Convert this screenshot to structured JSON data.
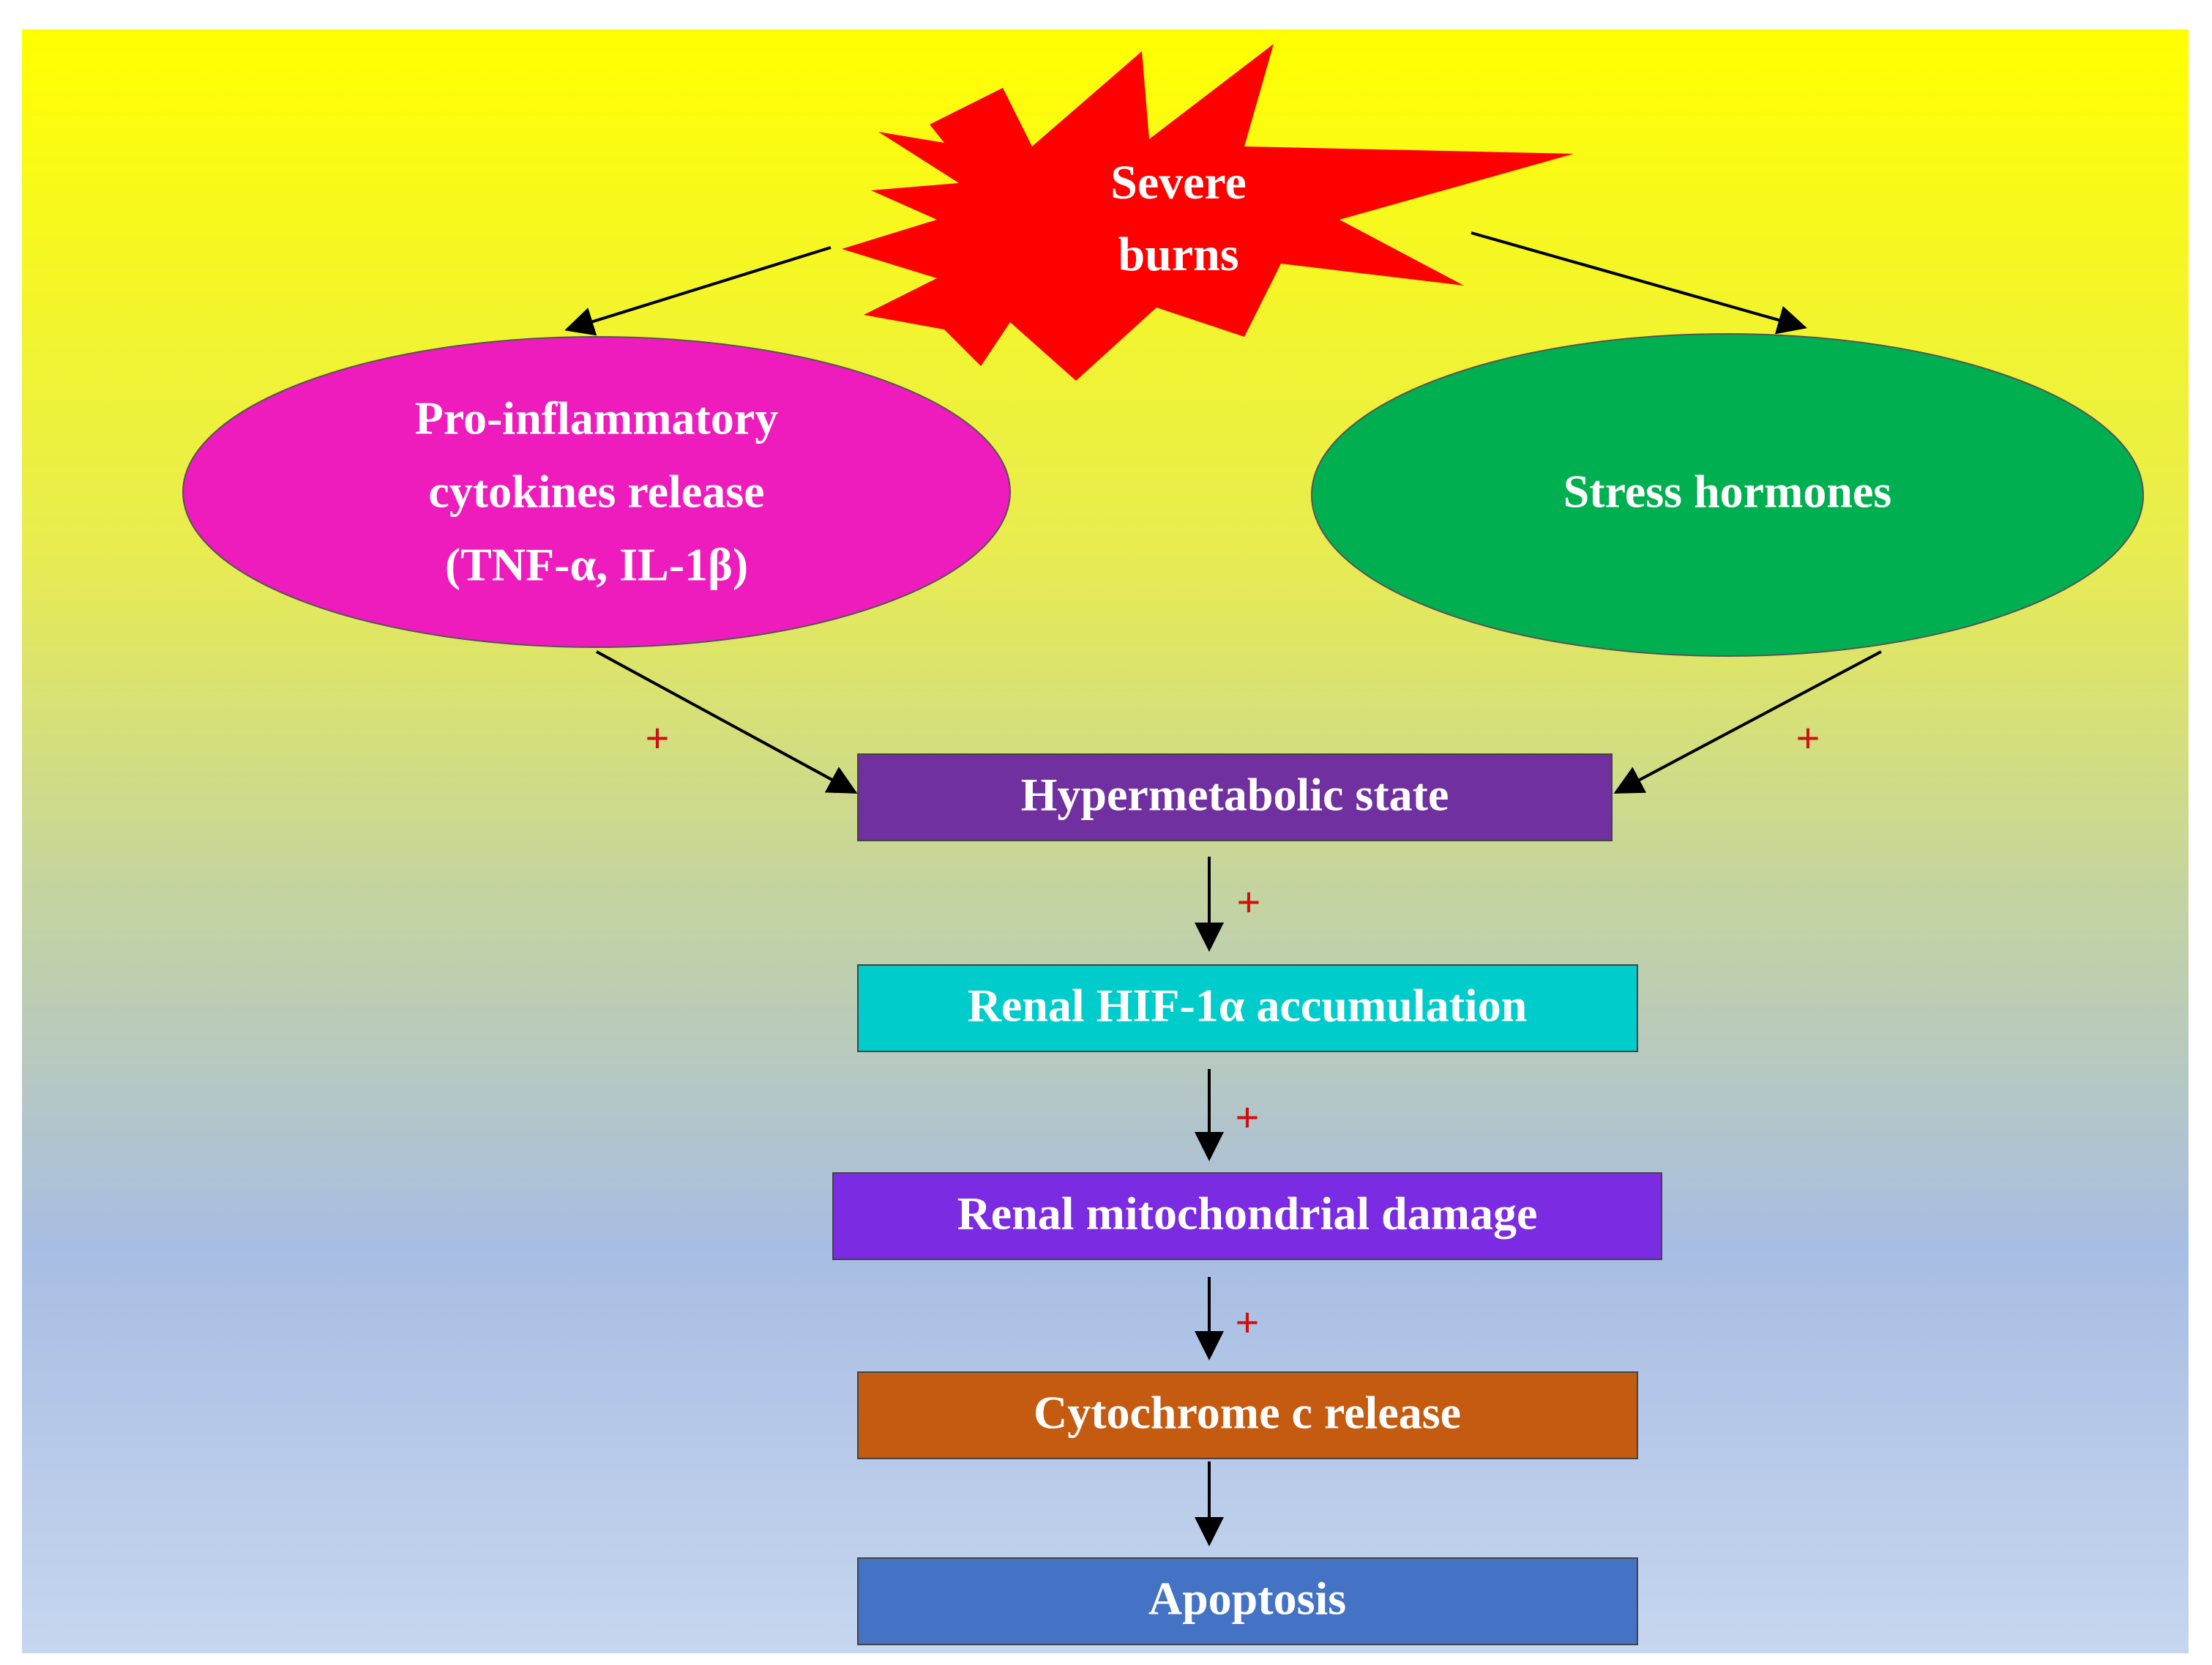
{
  "diagram": {
    "start": {
      "lines": [
        "Severe",
        "burns"
      ]
    },
    "left_node": {
      "lines": [
        "Pro-inflammatory",
        "cytokines release",
        "(TNF-α, IL-1β)"
      ]
    },
    "right_node": {
      "lines": [
        "Stress hormones"
      ]
    },
    "steps": [
      {
        "label": "Hypermetabolic state"
      },
      {
        "label": "Renal HIF-1α accumulation"
      },
      {
        "label": "Renal mitochondrial damage"
      },
      {
        "label": "Cytochrome c release"
      },
      {
        "label": "Apoptosis"
      }
    ],
    "plus_sign": "+"
  },
  "colors": {
    "background_top": "#ffff00",
    "background_bottom": "#c4d4ee",
    "starburst": "#ff0000",
    "left_node": "#ee1bbd",
    "right_node": "#00b050",
    "hypermetabolic": "#7030a0",
    "hif": "#00cccc",
    "mitochondrial": "#7b2be2",
    "cytochrome": "#c55a11",
    "apoptosis": "#4472c4",
    "plus": "#d01010"
  }
}
